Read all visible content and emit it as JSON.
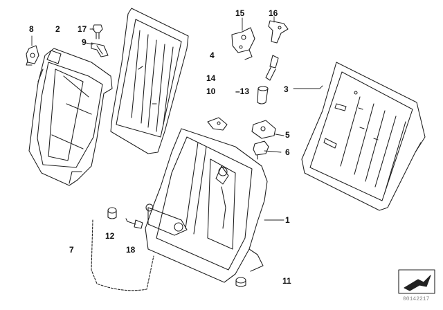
{
  "diagram": {
    "type": "parts-exploded-view",
    "callouts": [
      {
        "id": "8",
        "text": "8"
      },
      {
        "id": "2",
        "text": "2"
      },
      {
        "id": "17",
        "text": "17"
      },
      {
        "id": "9",
        "text": "9"
      },
      {
        "id": "15",
        "text": "15"
      },
      {
        "id": "16",
        "text": "16"
      },
      {
        "id": "4",
        "text": "4"
      },
      {
        "id": "14",
        "text": "14"
      },
      {
        "id": "10",
        "text": "10"
      },
      {
        "id": "13",
        "text": "–13"
      },
      {
        "id": "3",
        "text": "3"
      },
      {
        "id": "5",
        "text": "5"
      },
      {
        "id": "6",
        "text": "6"
      },
      {
        "id": "1",
        "text": "1"
      },
      {
        "id": "12",
        "text": "12"
      },
      {
        "id": "18",
        "text": "18"
      },
      {
        "id": "7",
        "text": "7"
      },
      {
        "id": "11",
        "text": "11"
      }
    ],
    "diagram_code": "00142217"
  },
  "colors": {
    "line": "#222222",
    "background": "#ffffff"
  }
}
